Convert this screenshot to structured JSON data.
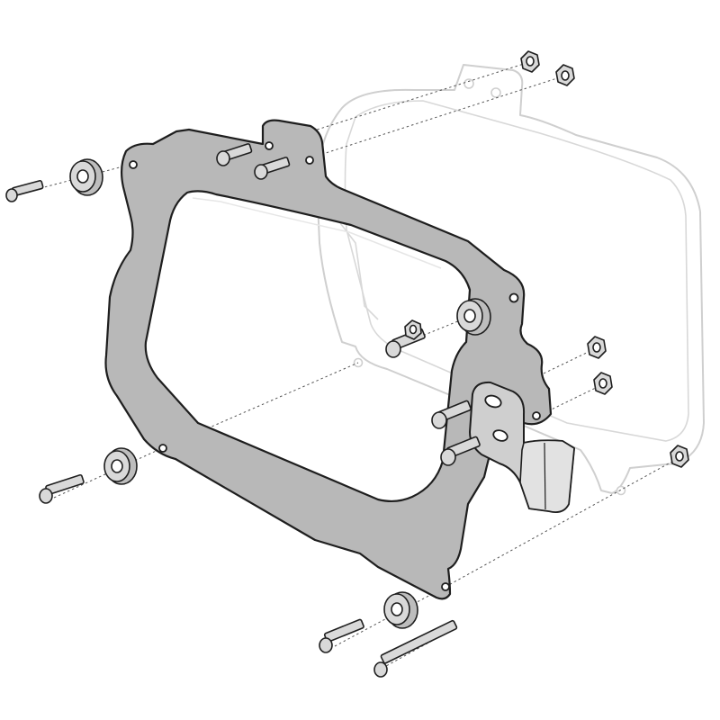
{
  "figure": {
    "kind": "exploded-assembly-view",
    "text": [],
    "parts": [
      {
        "name": "side-carrier-plate",
        "color": "#b8b8b8"
      },
      {
        "name": "pannier-case-outline",
        "color": "#cfcfcf"
      },
      {
        "name": "l-bracket"
      },
      {
        "name": "rubber-spacer-bushing",
        "count": 4
      },
      {
        "name": "socket-head-bolt",
        "count": 9
      },
      {
        "name": "hex-nut",
        "count": 6
      }
    ]
  }
}
